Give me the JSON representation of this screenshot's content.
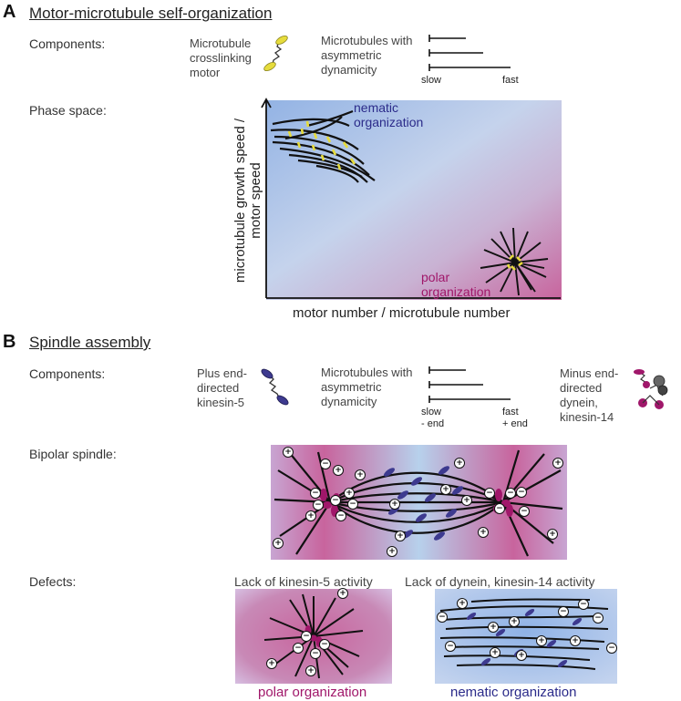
{
  "sectionA": {
    "letter": "A",
    "title": "Motor-microtubule self-organization",
    "components_label": "Components:",
    "motor_label": "Microtubule crosslinking motor",
    "mt_label": "Microtubules with asymmetric dynamicity",
    "slow": "slow",
    "fast": "fast",
    "phase_label": "Phase space:",
    "y_axis": "microtubule growth speed / motor speed",
    "x_axis": "motor number / microtubule number",
    "nematic": "nematic organization",
    "polar": "polar organization"
  },
  "sectionB": {
    "letter": "B",
    "title": "Spindle assembly",
    "components_label": "Components:",
    "plus_motor_label": "Plus end-directed kinesin-5",
    "mt_label": "Microtubules with asymmetric dynamicity",
    "slow_minus": "slow\n- end",
    "fast_plus": "fast\n+ end",
    "minus_motor_label": "Minus end-directed dynein, kinesin-14",
    "bipolar_label": "Bipolar spindle:",
    "defects_label": "Defects:",
    "defect1_title": "Lack of kinesin-5 activity",
    "defect2_title": "Lack of dynein, kinesin-14 activity",
    "defect1_caption": "polar organization",
    "defect2_caption": "nematic organization"
  },
  "symbols": {
    "plus": "+",
    "minus": "−"
  },
  "colors": {
    "nematic_blue": "#2b2b8a",
    "polar_magenta": "#a0176a",
    "crosslinker_yellow": "#e6dc3c"
  }
}
